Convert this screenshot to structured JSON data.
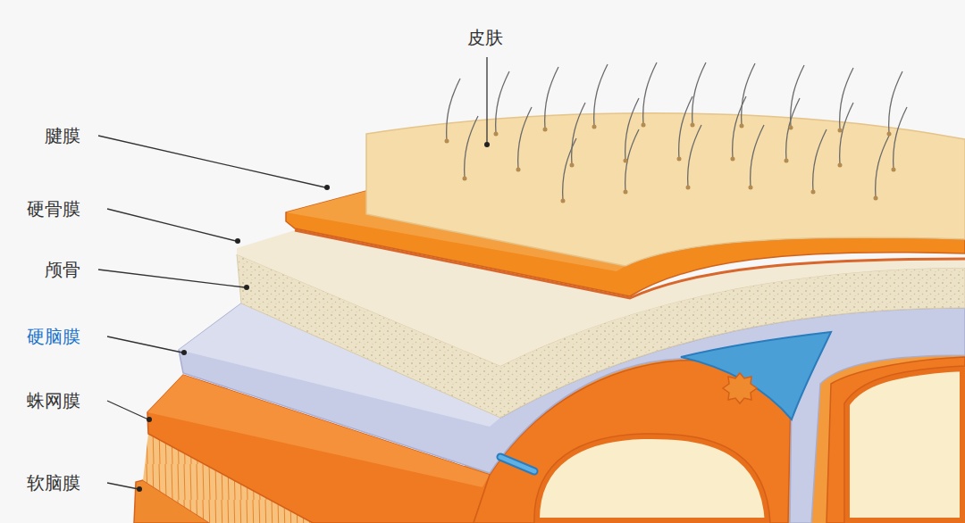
{
  "diagram": {
    "labels": [
      "皮肤",
      "腱膜",
      "硬骨膜",
      "颅骨",
      "硬脑膜",
      "蛛网膜",
      "软脑膜"
    ]
  }
}
